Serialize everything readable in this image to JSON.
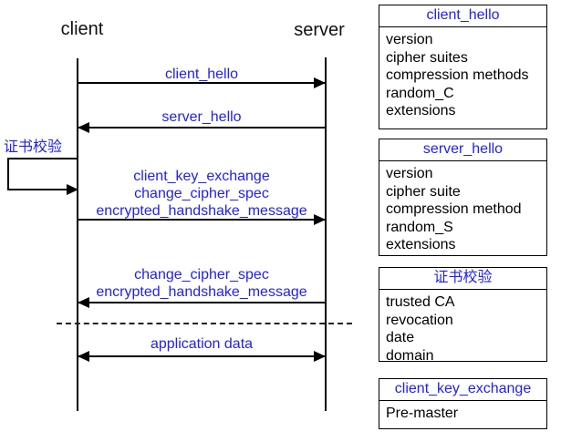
{
  "diagram": {
    "actors": [
      {
        "label": "client"
      },
      {
        "label": "server"
      }
    ],
    "self_message": {
      "label": "证书校验"
    },
    "messages": [
      {
        "lines": [
          "client_hello"
        ],
        "direction": "right"
      },
      {
        "lines": [
          "server_hello"
        ],
        "direction": "left"
      },
      {
        "lines": [
          "client_key_exchange",
          "change_cipher_spec",
          "encrypted_handshake_message"
        ],
        "direction": "right"
      },
      {
        "lines": [
          "change_cipher_spec",
          "encrypted_handshake_message"
        ],
        "direction": "left"
      },
      {
        "lines": [
          "application data"
        ],
        "direction": "both"
      }
    ]
  },
  "panels": [
    {
      "title": "client_hello",
      "items": [
        "version",
        "cipher suites",
        "compression methods",
        "random_C",
        "extensions"
      ]
    },
    {
      "title": "server_hello",
      "items": [
        "version",
        "cipher suite",
        "compression method",
        "random_S",
        "extensions"
      ]
    },
    {
      "title": "证书校验",
      "items": [
        "trusted CA",
        "revocation",
        "date",
        "domain"
      ]
    },
    {
      "title": "client_key_exchange",
      "items": [
        "Pre-master"
      ]
    }
  ],
  "colors": {
    "message_text": "#2121ee",
    "line": "#000000",
    "background": "#ffffff"
  }
}
